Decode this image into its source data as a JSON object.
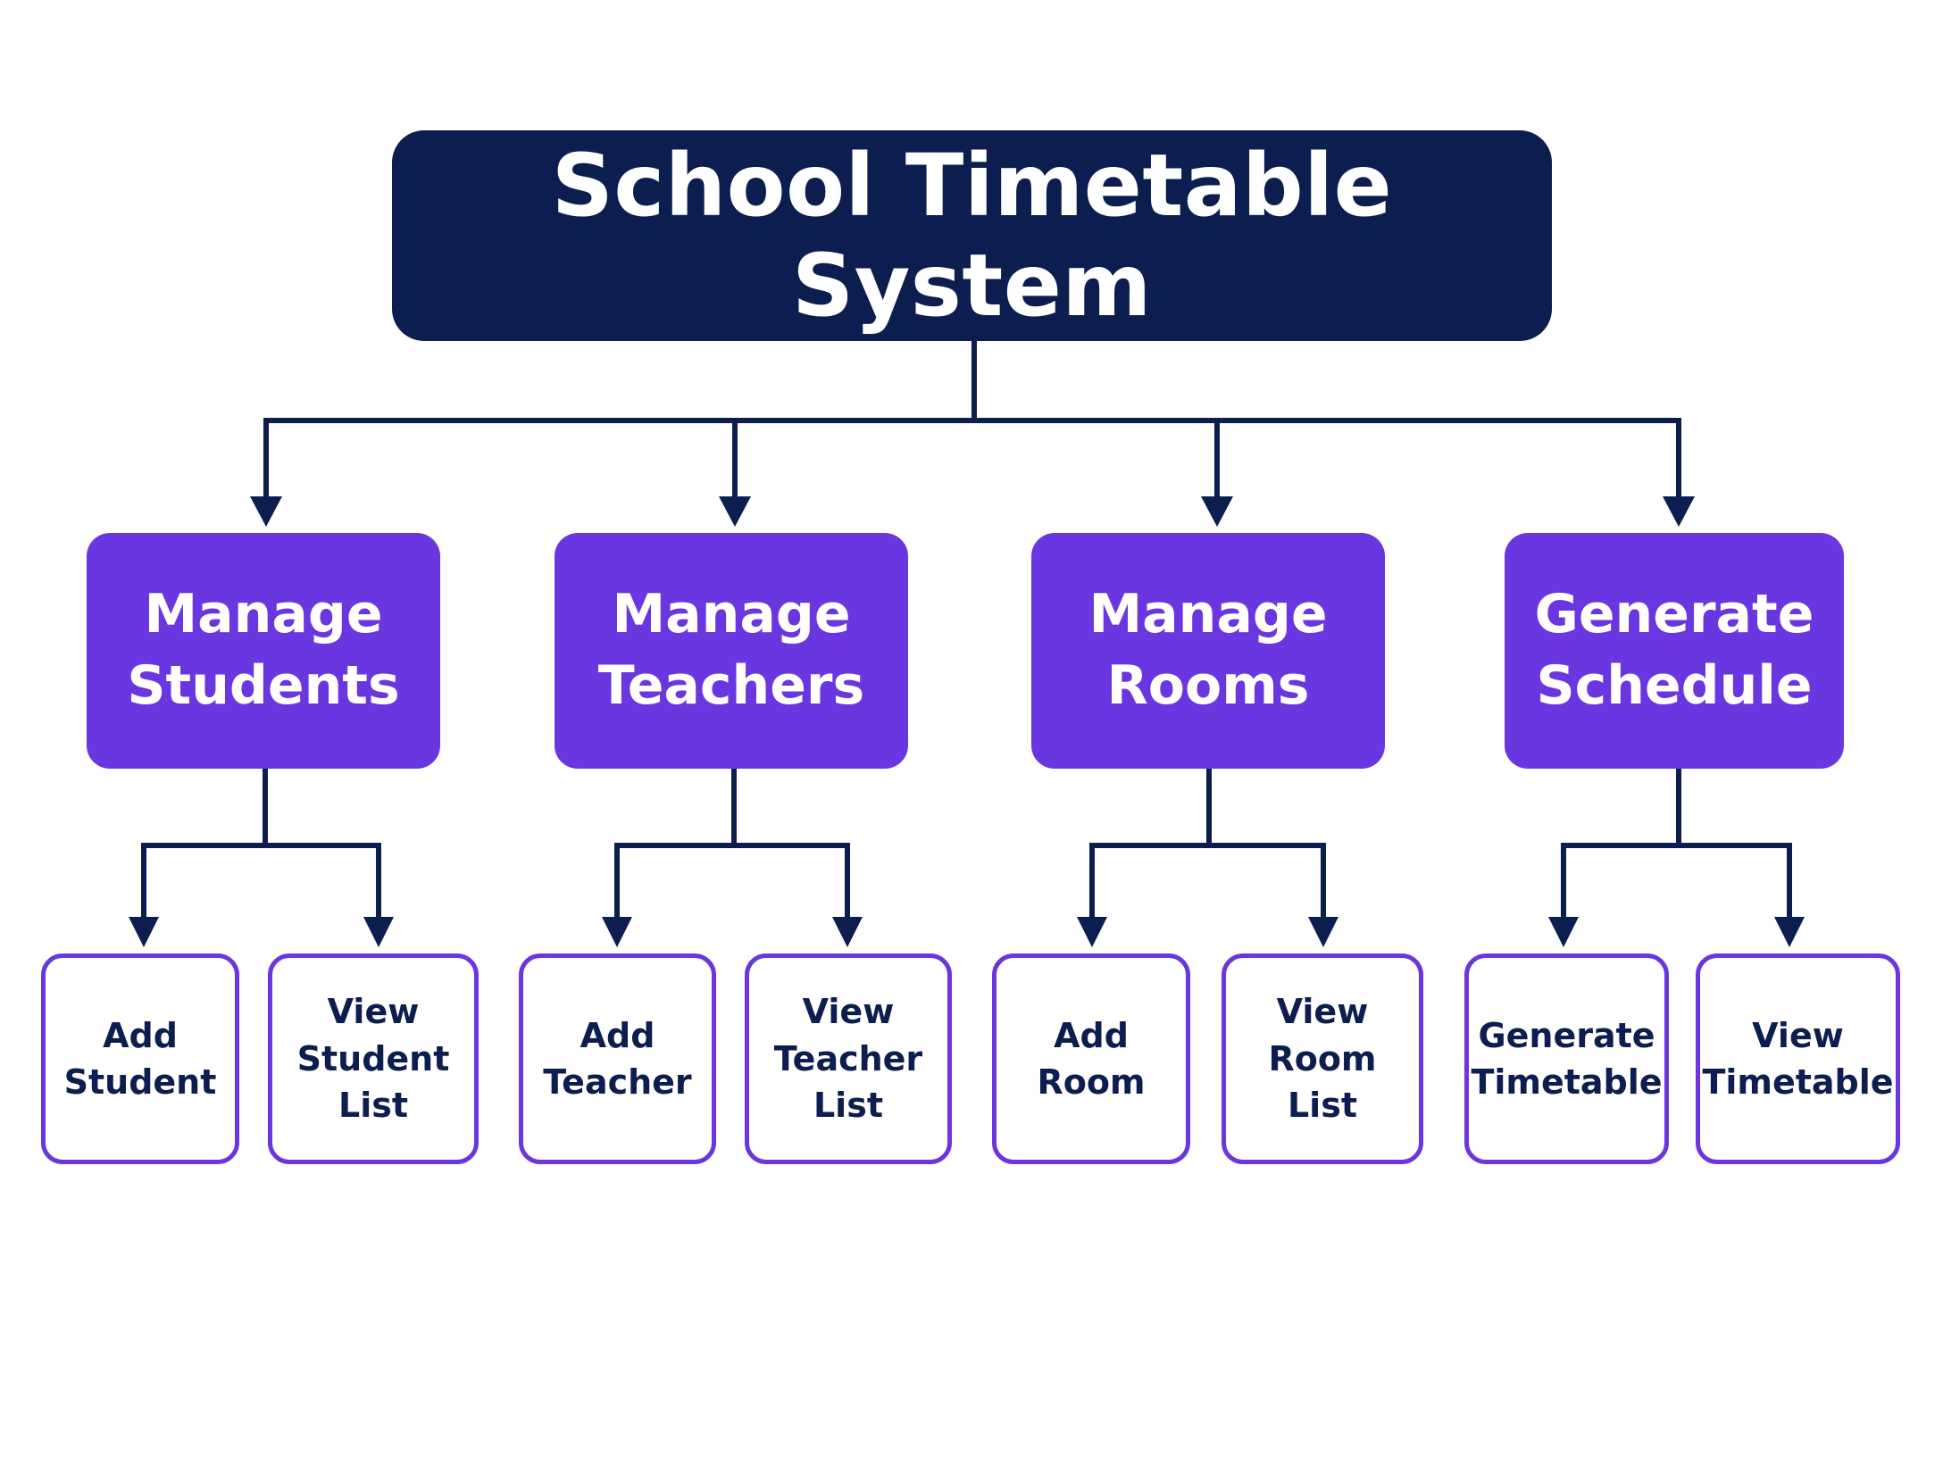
{
  "root": {
    "label": "School Timetable System"
  },
  "categories": [
    {
      "label": "Manage\nStudents",
      "children": [
        {
          "label": "Add\nStudent"
        },
        {
          "label": "View\nStudent\nList"
        }
      ]
    },
    {
      "label": "Manage\nTeachers",
      "children": [
        {
          "label": "Add\nTeacher"
        },
        {
          "label": "View\nTeacher\nList"
        }
      ]
    },
    {
      "label": "Manage\nRooms",
      "children": [
        {
          "label": "Add\nRoom"
        },
        {
          "label": "View\nRoom\nList"
        }
      ]
    },
    {
      "label": "Generate\nSchedule",
      "children": [
        {
          "label": "Generate\nTimetable"
        },
        {
          "label": "View\nTimetable"
        }
      ]
    }
  ],
  "colors": {
    "root_fill": "#0c1d4f",
    "category_fill": "#6a36e0",
    "leaf_border": "#6a36e0",
    "connector": "#0c1d4f",
    "background": "#ffffff"
  }
}
